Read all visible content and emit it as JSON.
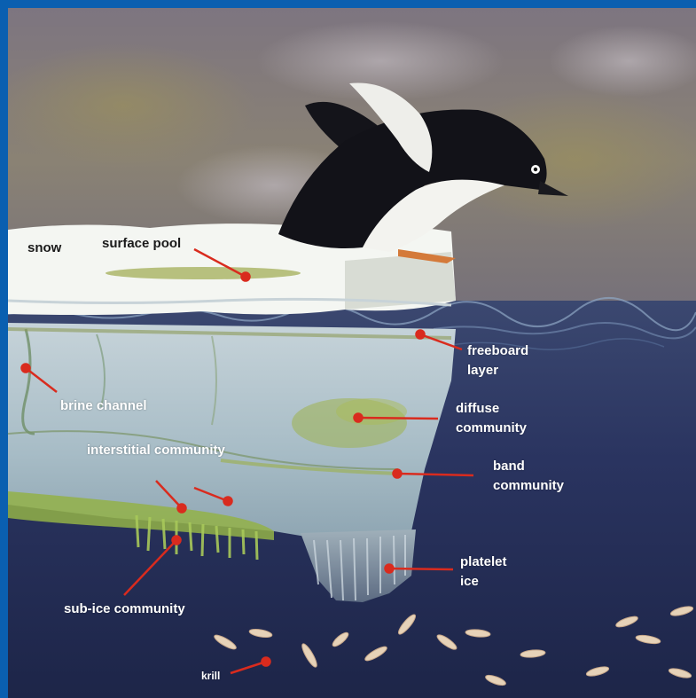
{
  "labels": {
    "snow": "snow",
    "surface_pool": "surface pool",
    "freeboard_layer": [
      "freeboard",
      "layer"
    ],
    "brine_channel": "brine channel",
    "diffuse_community": [
      "diffuse",
      "community"
    ],
    "interstitial_community": "interstitial community",
    "band_community": [
      "band",
      "community"
    ],
    "platelet_ice": [
      "platelet",
      "ice"
    ],
    "sub_ice_community": "sub-ice community",
    "krill": "krill"
  },
  "colors": {
    "frame": "#0a5fb0",
    "leader": "#d92b1e",
    "ocean": "#242e55",
    "ice": "#9fb3bf",
    "algae": "#8fb04a",
    "snow": "#f4f6f2"
  }
}
